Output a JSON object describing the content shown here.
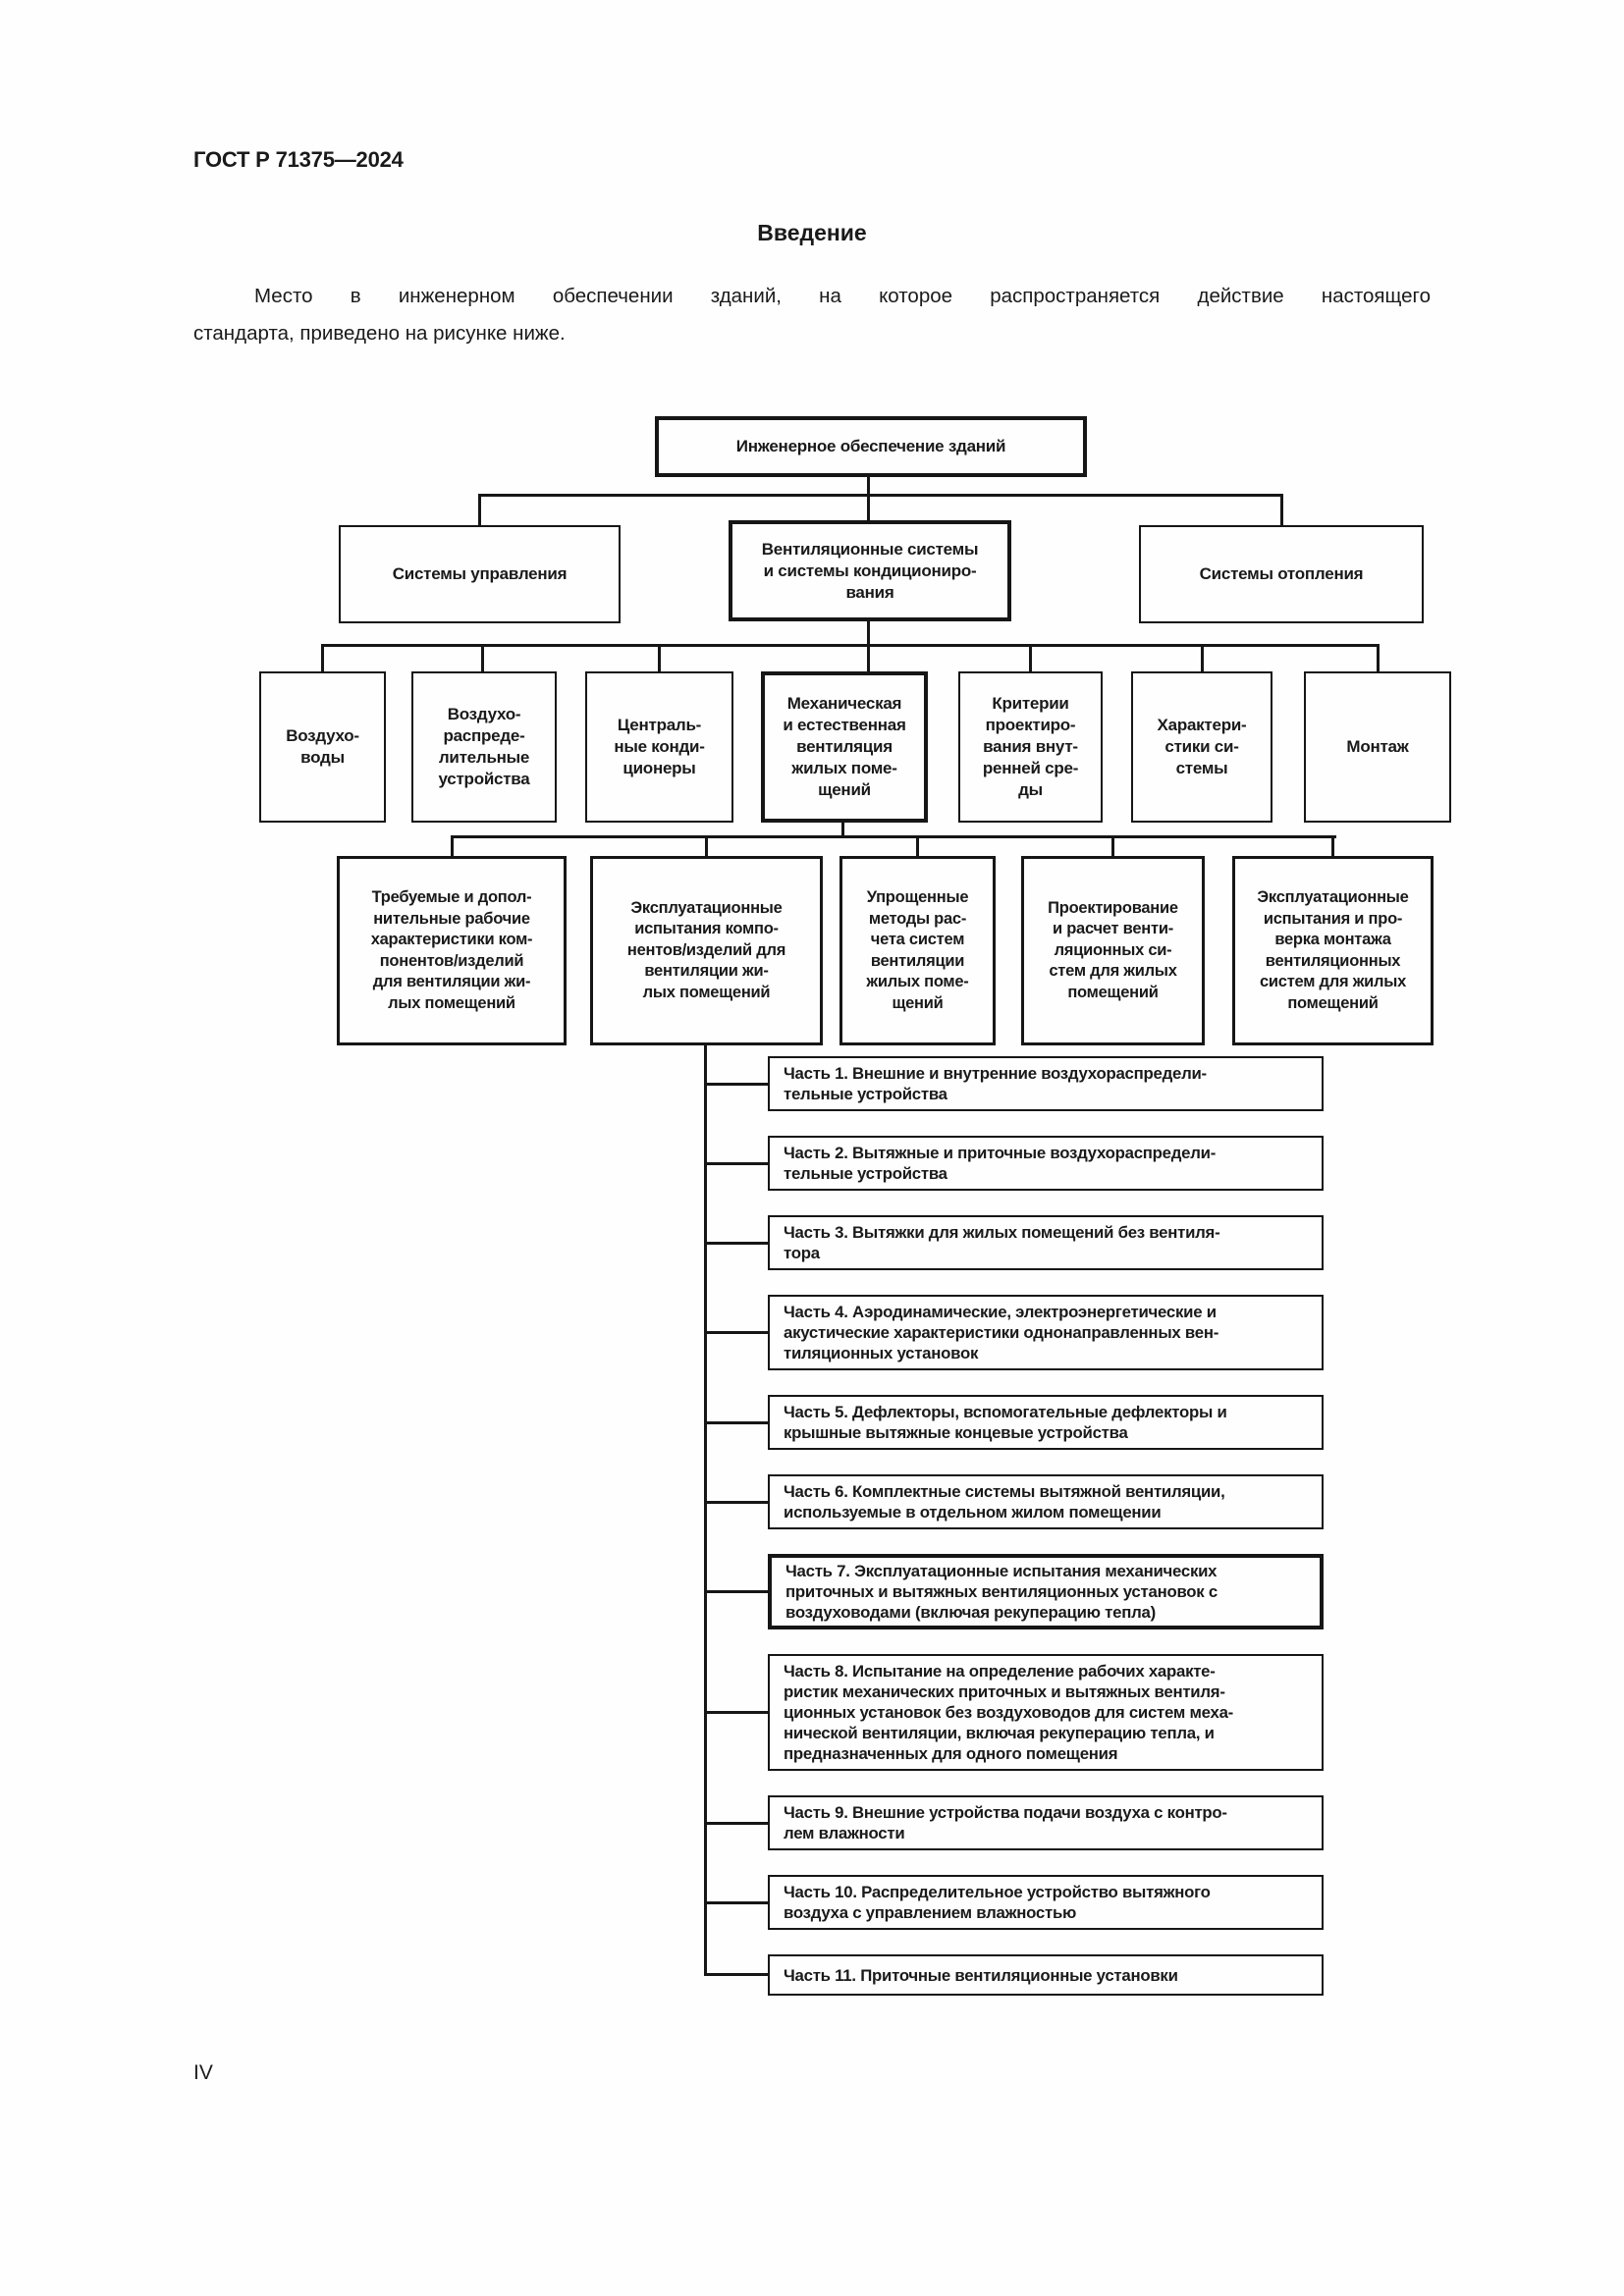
{
  "page": {
    "standard_code": "ГОСТ Р 71375—2024",
    "section_title": "Введение",
    "intro_line1": "Место в инженерном обеспечении зданий, на которое распространяется действие настоящего",
    "intro_line2": "стандарта, приведено на рисунке ниже.",
    "page_number": "IV"
  },
  "diagram": {
    "root": {
      "label": "Инженерное обеспечение зданий"
    },
    "level2": [
      {
        "label": "Системы управления"
      },
      {
        "label": "Вентиляционные системы\nи системы кондициониро-\nвания"
      },
      {
        "label": "Системы отопления"
      }
    ],
    "level3": [
      {
        "label": "Воздухо-\nводы"
      },
      {
        "label": "Воздухо-\nраспреде-\nлительные\nустройства"
      },
      {
        "label": "Централь-\nные конди-\nционеры"
      },
      {
        "label": "Механическая\nи естественная\nвентиляция\nжилых поме-\nщений"
      },
      {
        "label": "Критерии\nпроектиро-\nвания внут-\nренней сре-\nды"
      },
      {
        "label": "Характери-\nстики си-\nстемы"
      },
      {
        "label": "Монтаж"
      }
    ],
    "level4": [
      {
        "label": "Требуемые и допол-\nнительные рабочие\nхарактеристики ком-\nпонентов/изделий\nдля вентиляции жи-\nлых помещений"
      },
      {
        "label": "Эксплуатационные\nиспытания компо-\nнентов/изделий для\nвентиляции жи-\nлых помещений"
      },
      {
        "label": "Упрощенные\nметоды рас-\nчета систем\nвентиляции\nжилых поме-\nщений"
      },
      {
        "label": "Проектирование\nи расчет венти-\nляционных си-\nстем для жилых\nпомещений"
      },
      {
        "label": "Эксплуатационные\nиспытания и про-\nверка монтажа\nвентиляционных\nсистем для жилых\nпомещений"
      }
    ],
    "parts": [
      {
        "label": "Часть 1. Внешние и внутренние воздухораспредели-\nтельные устройства"
      },
      {
        "label": "Часть 2. Вытяжные и приточные воздухораспредели-\nтельные устройства"
      },
      {
        "label": "Часть 3. Вытяжки для жилых помещений без вентиля-\nтора"
      },
      {
        "label": "Часть 4. Аэродинамические, электроэнергетические и\nакустические характеристики однонаправленных вен-\nтиляционных установок"
      },
      {
        "label": "Часть 5. Дефлекторы, вспомогательные дефлекторы и\nкрышные вытяжные концевые устройства"
      },
      {
        "label": "Часть 6. Комплектные системы вытяжной вентиляции,\nиспользуемые в отдельном жилом помещении"
      },
      {
        "label": "Часть 7. Эксплуатационные испытания механических\nприточных и вытяжных вентиляционных установок с\nвоздуховодами (включая рекуперацию тепла)"
      },
      {
        "label": "Часть 8.  Испытание на определение рабочих характе-\nристик механических приточных и вытяжных вентиля-\nционных установок без воздуховодов для систем меха-\nнической вентиляции,  включая рекуперацию тепла, и\nпредназначенных для одного помещения"
      },
      {
        "label": "Часть 9. Внешние устройства подачи воздуха с контро-\nлем влажности"
      },
      {
        "label": "Часть 10. Распределительное устройство вытяжного\nвоздуха с управлением влажностью"
      },
      {
        "label": "Часть 11. Приточные вентиляционные установки"
      }
    ]
  }
}
